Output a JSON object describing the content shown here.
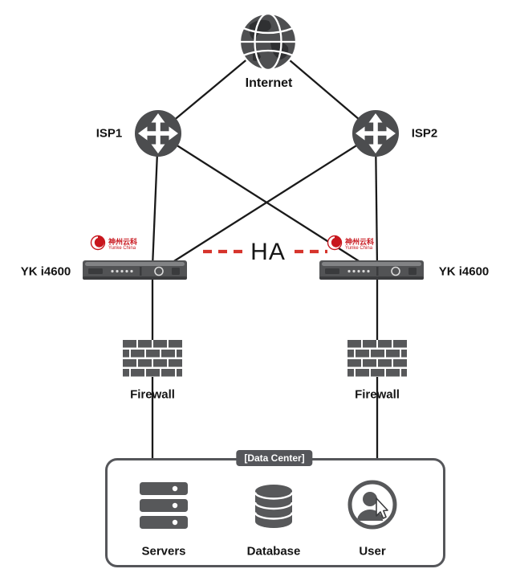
{
  "diagram": {
    "internet": {
      "label": "Internet"
    },
    "isp1": {
      "label": "ISP1"
    },
    "isp2": {
      "label": "ISP2"
    },
    "device_left": {
      "label": "YK i4600",
      "brand_name": "神州云科",
      "brand_sub": "Yunke China"
    },
    "device_right": {
      "label": "YK i4600",
      "brand_name": "神州云科",
      "brand_sub": "Yunke China"
    },
    "ha_link": {
      "label": "HA"
    },
    "firewall_left": {
      "label": "Firewall"
    },
    "firewall_right": {
      "label": "Firewall"
    },
    "datacenter": {
      "label": "[Data Center]"
    },
    "servers": {
      "label": "Servers"
    },
    "database": {
      "label": "Database"
    },
    "user": {
      "label": "User"
    }
  },
  "colors": {
    "icon_gray": "#57585a",
    "line_black": "#1a1a1a",
    "ha_red": "#d6342c",
    "brand_red": "#c8161d"
  }
}
